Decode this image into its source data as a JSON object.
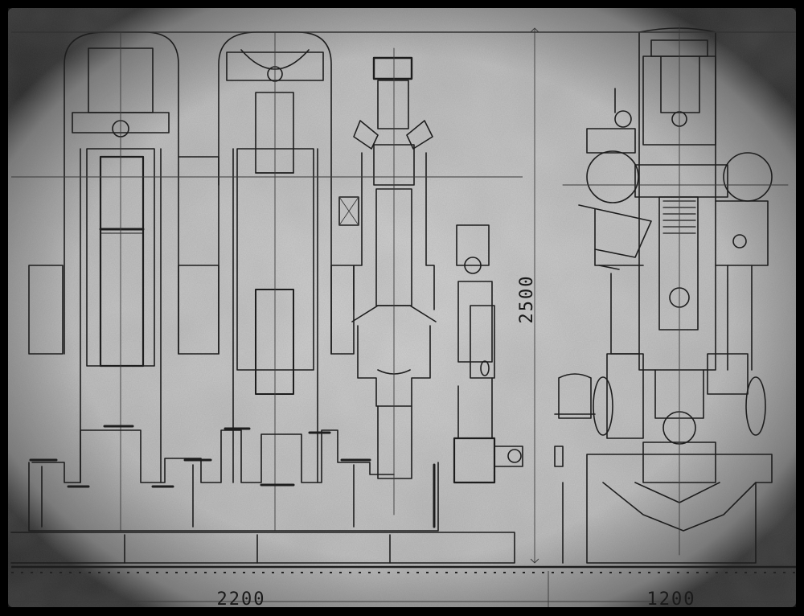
{
  "drawing": {
    "dimensions": {
      "height_label": "2500",
      "front_width_label": "2200",
      "side_width_label": "1200"
    }
  }
}
